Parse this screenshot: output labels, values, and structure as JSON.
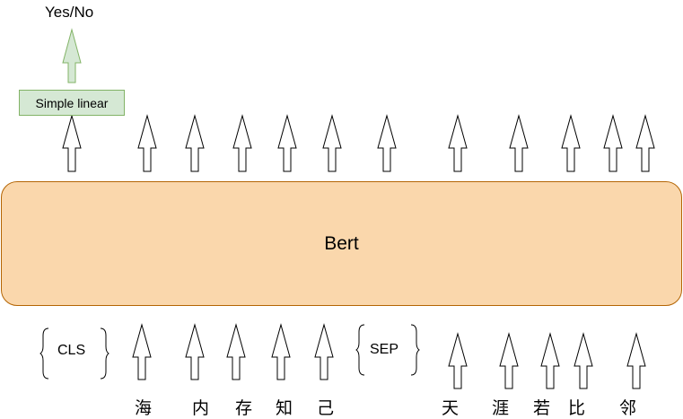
{
  "output_label": "Yes/No",
  "linear_label": "Simple linear",
  "bert_label": "Bert",
  "special_tokens": {
    "cls": "CLS",
    "sep": "SEP"
  },
  "chars": [
    "海",
    "内",
    "存",
    "知",
    "己",
    "天",
    "涯",
    "若",
    "比",
    "邻"
  ],
  "colors": {
    "bert_fill": "#fad7ac",
    "bert_stroke": "#b46504",
    "linear_fill": "#d5e8d4",
    "linear_stroke": "#82b366",
    "green_arrow_fill": "#d5e8d4",
    "green_arrow_stroke": "#82b366"
  }
}
